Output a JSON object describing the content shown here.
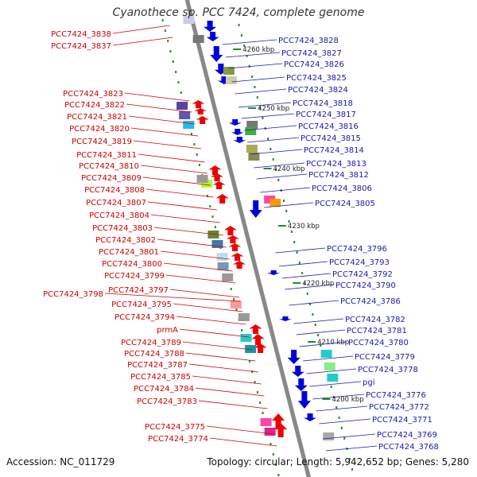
{
  "title": "Cyanothece sp. PCC 7424, complete genome",
  "footer": {
    "accession": "Accession: NC_011729",
    "stats": "Topology: circular; Length: 5,942,652 bp; Genes: 5,280"
  },
  "colors": {
    "left_label": "#cc0000",
    "right_label": "#1a1aaa",
    "forward_gene": "#ee0000",
    "reverse_gene": "#0000dd",
    "backbone": "#888888",
    "tick": "#228b22"
  },
  "tick_labels": [
    "4260 kbp",
    "4250 kbp",
    "4240 kbp",
    "4230 kbp",
    "4220 kbp",
    "4210 kbp",
    "4200 kbp"
  ],
  "left_labels": [
    "PCC7424_3838",
    "PCC7424_3837",
    "PCC7424_3823",
    "PCC7424_3822",
    "PCC7424_3821",
    "PCC7424_3820",
    "PCC7424_3819",
    "PCC7424_3811",
    "PCC7424_3810",
    "PCC7424_3809",
    "PCC7424_3808",
    "PCC7424_3807",
    "PCC7424_3804",
    "PCC7424_3803",
    "PCC7424_3802",
    "PCC7424_3801",
    "PCC7424_3800",
    "PCC7424_3799",
    "PCC7424_3798",
    "PCC7424_3797",
    "PCC7424_3795",
    "PCC7424_3794",
    "prmA",
    "PCC7424_3789",
    "PCC7424_3788",
    "PCC7424_3787",
    "PCC7424_3785",
    "PCC7424_3784",
    "PCC7424_3783",
    "PCC7424_3775",
    "PCC7424_3774"
  ],
  "right_labels": [
    "PCC7424_3828",
    "PCC7424_3827",
    "PCC7424_3826",
    "PCC7424_3825",
    "PCC7424_3824",
    "PCC7424_3818",
    "PCC7424_3817",
    "PCC7424_3816",
    "PCC7424_3815",
    "PCC7424_3814",
    "PCC7424_3813",
    "PCC7424_3812",
    "PCC7424_3806",
    "PCC7424_3805",
    "PCC7424_3796",
    "PCC7424_3793",
    "PCC7424_3792",
    "PCC7424_3790",
    "PCC7424_3786",
    "PCC7424_3782",
    "PCC7424_3781",
    "PCC7424_3780",
    "PCC7424_3779",
    "PCC7424_3778",
    "pgi",
    "PCC7424_3776",
    "PCC7424_3772",
    "PCC7424_3771",
    "PCC7424_3769",
    "PCC7424_3768"
  ]
}
